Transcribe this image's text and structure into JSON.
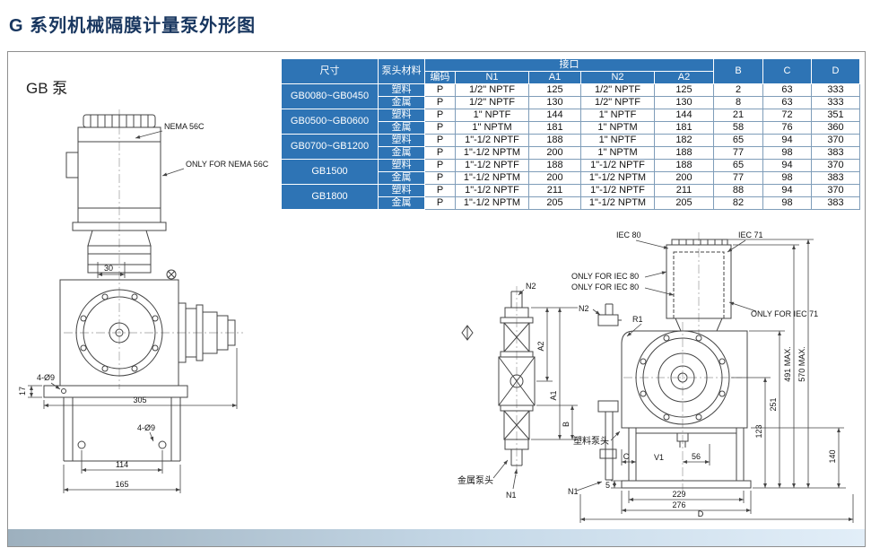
{
  "page": {
    "title": "G 系列机械隔膜计量泵外形图",
    "panel_label": "GB 泵"
  },
  "colors": {
    "header_blue": "#2e74b5",
    "title_navy": "#18365f"
  },
  "table": {
    "headers": {
      "size": "尺寸",
      "material": "泵头材料",
      "interface": "接口",
      "code": "编码",
      "n1": "N1",
      "a1": "A1",
      "n2": "N2",
      "a2": "A2",
      "b": "B",
      "c": "C",
      "d": "D"
    },
    "groups": [
      {
        "size": "GB0080~GB0450",
        "rows": [
          {
            "material": "塑料",
            "code": "P",
            "n1": "1/2\" NPTF",
            "a1": "125",
            "n2": "1/2\" NPTF",
            "a2": "125",
            "b": "2",
            "c": "63",
            "d": "333"
          },
          {
            "material": "金属",
            "code": "P",
            "n1": "1/2\" NPTF",
            "a1": "130",
            "n2": "1/2\" NPTF",
            "a2": "130",
            "b": "8",
            "c": "63",
            "d": "333"
          }
        ]
      },
      {
        "size": "GB0500~GB0600",
        "rows": [
          {
            "material": "塑料",
            "code": "P",
            "n1": "1\" NPTF",
            "a1": "144",
            "n2": "1\" NPTF",
            "a2": "144",
            "b": "21",
            "c": "72",
            "d": "351"
          },
          {
            "material": "金属",
            "code": "P",
            "n1": "1\" NPTM",
            "a1": "181",
            "n2": "1\" NPTM",
            "a2": "181",
            "b": "58",
            "c": "76",
            "d": "360"
          }
        ]
      },
      {
        "size": "GB0700~GB1200",
        "rows": [
          {
            "material": "塑料",
            "code": "P",
            "n1": "1\"-1/2 NPTF",
            "a1": "188",
            "n2": "1\" NPTF",
            "a2": "182",
            "b": "65",
            "c": "94",
            "d": "370"
          },
          {
            "material": "金属",
            "code": "P",
            "n1": "1\"-1/2 NPTM",
            "a1": "200",
            "n2": "1\" NPTM",
            "a2": "188",
            "b": "77",
            "c": "98",
            "d": "383"
          }
        ]
      },
      {
        "size": "GB1500",
        "rows": [
          {
            "material": "塑料",
            "code": "P",
            "n1": "1\"-1/2 NPTF",
            "a1": "188",
            "n2": "1\"-1/2 NPTF",
            "a2": "188",
            "b": "65",
            "c": "94",
            "d": "370"
          },
          {
            "material": "金属",
            "code": "P",
            "n1": "1\"-1/2 NPTM",
            "a1": "200",
            "n2": "1\"-1/2 NPTM",
            "a2": "200",
            "b": "77",
            "c": "98",
            "d": "383"
          }
        ]
      },
      {
        "size": "GB1800",
        "rows": [
          {
            "material": "塑料",
            "code": "P",
            "n1": "1\"-1/2 NPTF",
            "a1": "211",
            "n2": "1\"-1/2 NPTF",
            "a2": "211",
            "b": "88",
            "c": "94",
            "d": "370"
          },
          {
            "material": "金属",
            "code": "P",
            "n1": "1\"-1/2 NPTM",
            "a1": "205",
            "n2": "1\"-1/2 NPTM",
            "a2": "205",
            "b": "82",
            "c": "98",
            "d": "383"
          }
        ]
      }
    ]
  },
  "front_view": {
    "nema": "NEMA 56C",
    "only_nema": "ONLY FOR NEMA 56C",
    "dim_30": "30",
    "dim_17": "17",
    "dim_4o9_a": "4-Ø9",
    "dim_305": "305",
    "dim_4o9_b": "4-Ø9",
    "dim_114": "114",
    "dim_165": "165"
  },
  "valve_view": {
    "n2": "N2",
    "n1": "N1",
    "a2": "A2",
    "a1": "A1",
    "b": "B",
    "metal_head": "金属泵头"
  },
  "side_view": {
    "iec80": "IEC 80",
    "iec71": "IEC 71",
    "only_iec80_a": "ONLY FOR IEC 80",
    "only_iec80_b": "ONLY FOR IEC 80",
    "only_iec71": "ONLY FOR IEC 71",
    "n2": "N2",
    "r1": "R1",
    "dim_491": "491 MAX.",
    "dim_570": "570 MAX.",
    "dim_251": "251",
    "dim_123": "123",
    "c": "C",
    "v1": "V1",
    "dim_56": "56",
    "dim_5": "5",
    "dim_229": "229",
    "dim_276": "276",
    "d": "D",
    "dim_140": "140",
    "n1": "N1",
    "plastic_head": "塑料泵头"
  }
}
